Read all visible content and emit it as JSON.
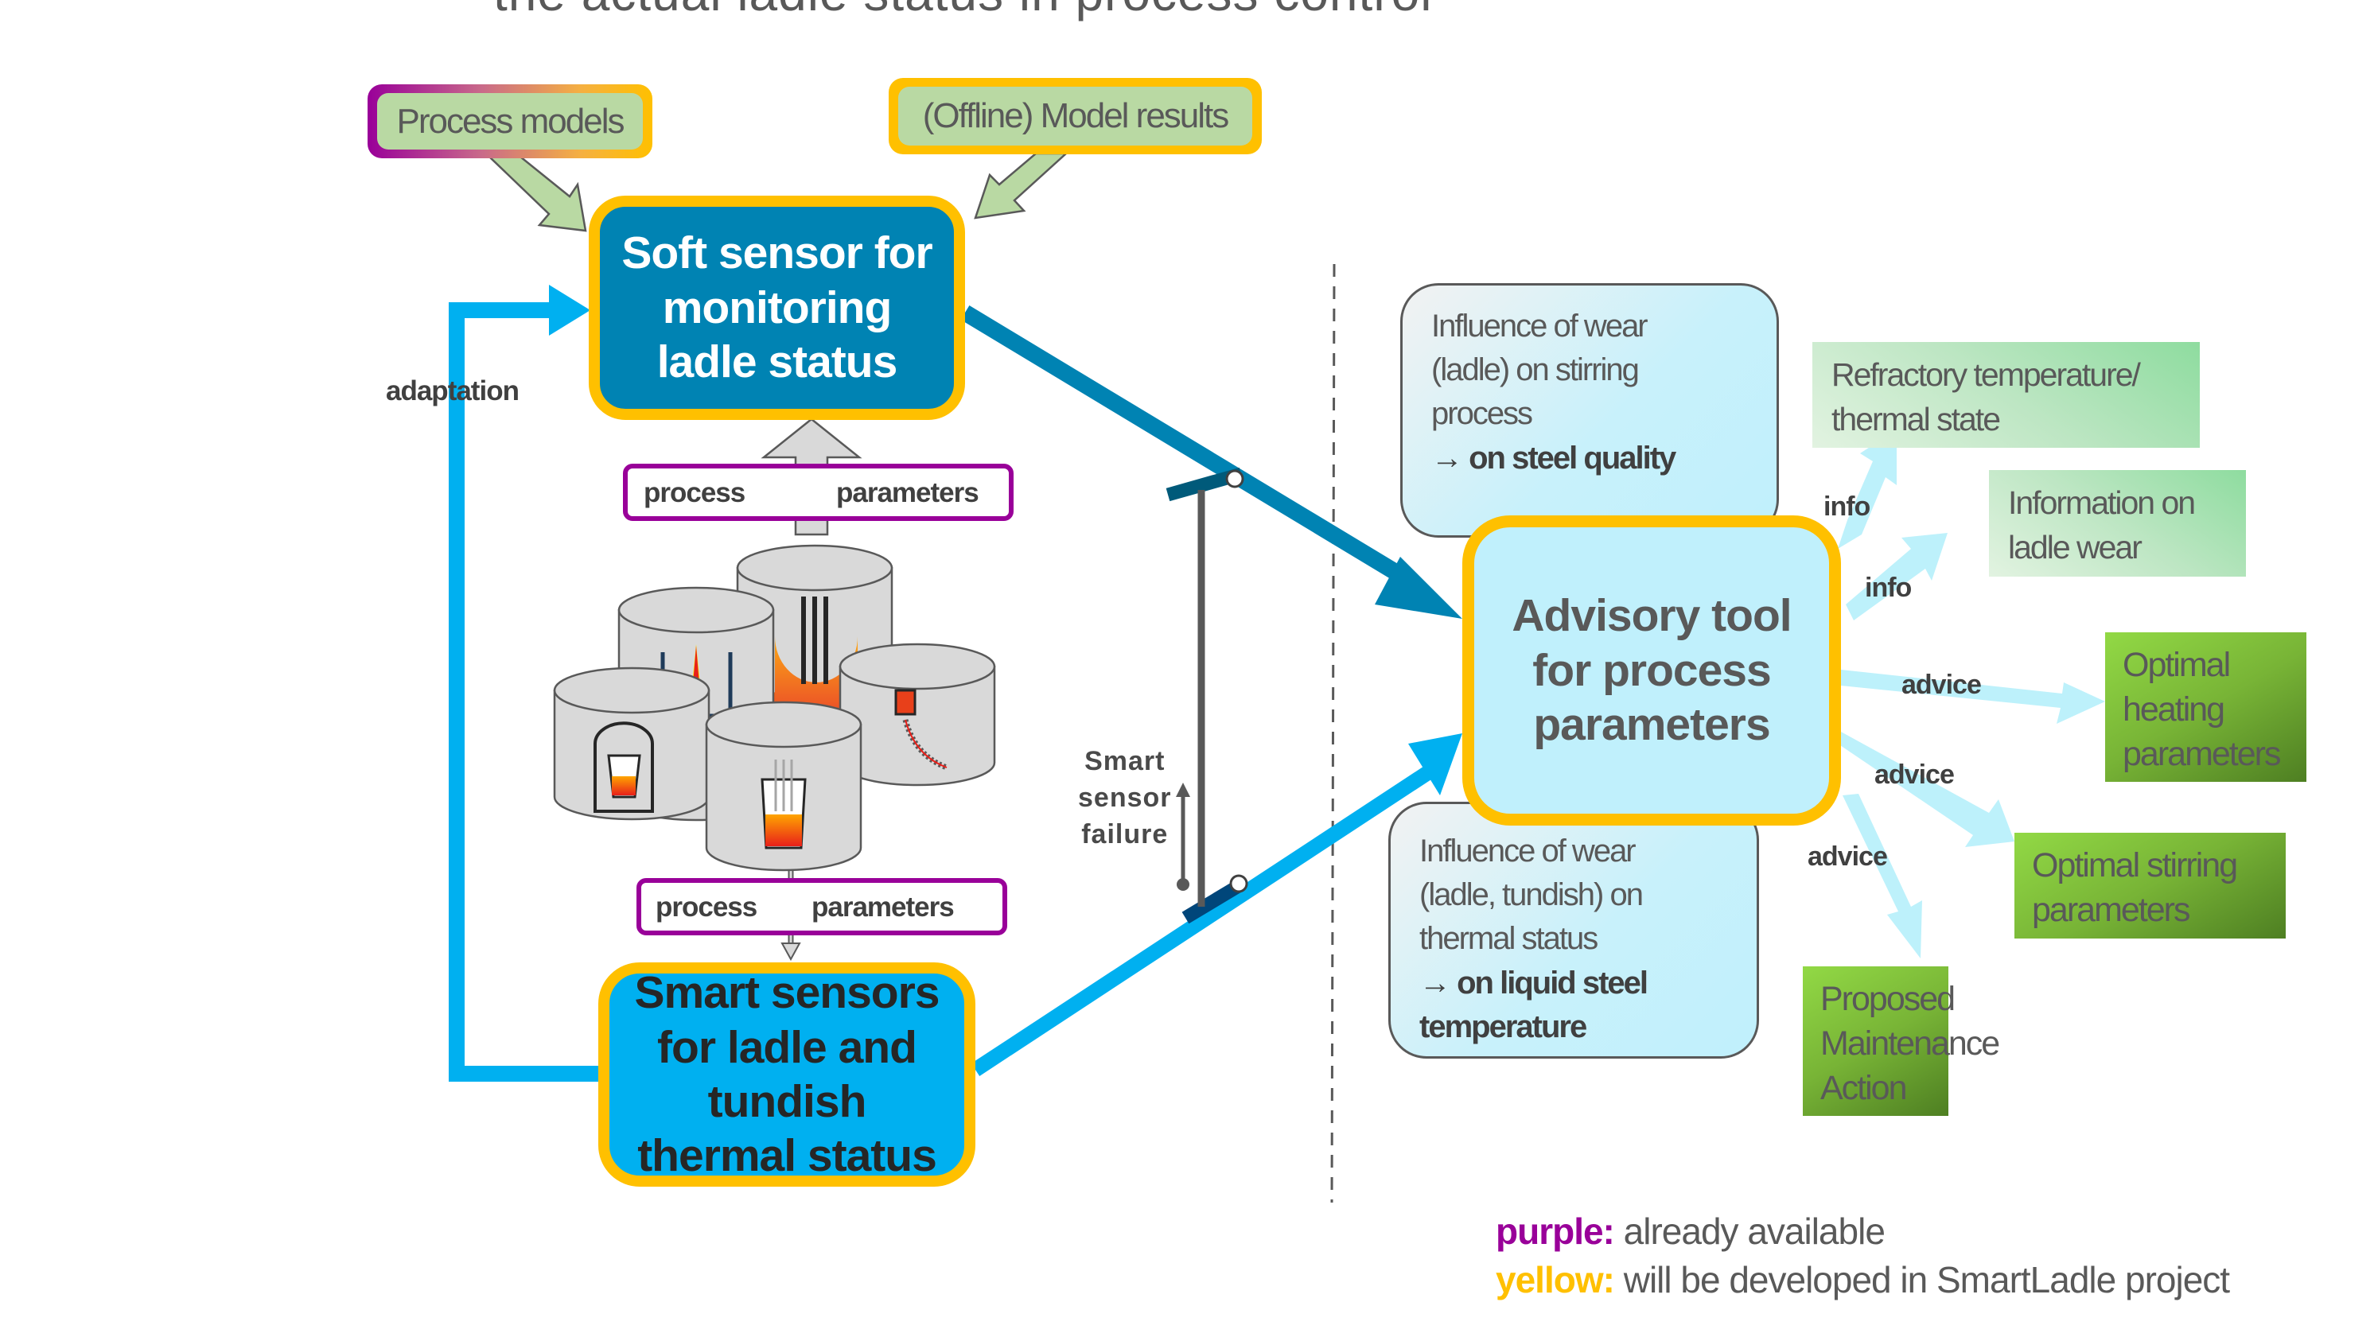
{
  "title": "the actual ladle status in process control",
  "inputs": {
    "process_models": "Process models",
    "offline_model_results": "(Offline) Model results"
  },
  "soft_sensor": {
    "lines": [
      "Soft sensor for",
      "monitoring",
      "ladle status"
    ]
  },
  "smart_sensors": {
    "lines": [
      "Smart sensors",
      "for ladle and",
      "tundish",
      "thermal status"
    ]
  },
  "process_parameters_top": {
    "left": "process",
    "right": "parameters"
  },
  "process_parameters_bottom": {
    "left": "process",
    "right": "parameters"
  },
  "adaptation_label": "adaptation",
  "smart_sensor_failure": {
    "lines": [
      "Smart",
      "sensor",
      "failure"
    ]
  },
  "advisory_tool": {
    "lines": [
      "Advisory tool",
      "for process",
      "parameters"
    ]
  },
  "influence_stirring": {
    "lines": [
      "Influence of wear",
      "(ladle) on stirring",
      "process"
    ],
    "emphasis": "→ on steel quality"
  },
  "influence_thermal": {
    "lines": [
      "Influence of wear",
      "(ladle, tundish) on",
      "thermal status"
    ],
    "emphasis_lines": [
      "→ on liquid steel",
      "temperature"
    ]
  },
  "outputs": [
    {
      "label_lines": [
        "Refractory temperature/",
        "thermal state"
      ],
      "edge": "info"
    },
    {
      "label_lines": [
        "Information on",
        "ladle wear"
      ],
      "edge": "info"
    },
    {
      "label_lines": [
        "Optimal",
        "heating",
        "parameters"
      ],
      "edge": "advice"
    },
    {
      "label_lines": [
        "Optimal stirring",
        "parameters"
      ],
      "edge": "advice"
    },
    {
      "label_lines": [
        "Proposed",
        "Maintenance",
        "Action"
      ],
      "edge": "advice"
    }
  ],
  "legend": {
    "purple_key": "purple:",
    "purple_text": "already available",
    "yellow_key": "yellow:",
    "yellow_text": "will be developed in SmartLadle project"
  },
  "colors": {
    "purple": "#990099",
    "yellow": "#ffc000",
    "soft_sensor_blue": "#0083b3",
    "smart_sensor_blue": "#00b0f0",
    "advisory_light_blue": "#c0f0fc",
    "arrow_light_blue": "#bdf1fb",
    "model_green": "#b9d9a3",
    "dark_text": "#595959"
  }
}
